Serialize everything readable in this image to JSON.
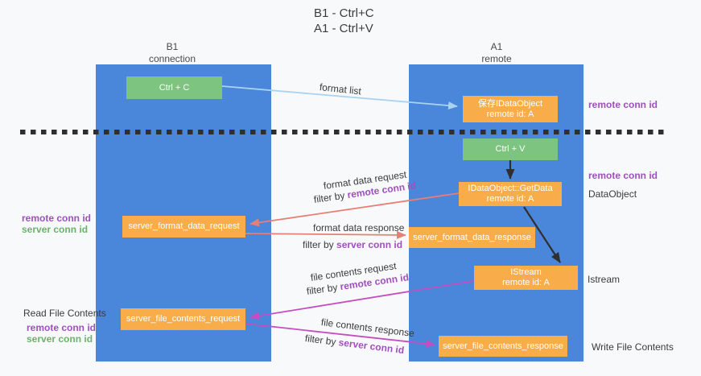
{
  "title": {
    "line1": "B1 - Ctrl+C",
    "line2": "A1 - Ctrl+V"
  },
  "lanes": {
    "b1": {
      "name": "B1",
      "role": "connection"
    },
    "a1": {
      "name": "A1",
      "role": "remote"
    }
  },
  "nodes": {
    "ctrl_c": {
      "label": "Ctrl + C"
    },
    "save_idataobject": {
      "line1": "保存IDataObject",
      "line2": "remote id: A"
    },
    "ctrl_v": {
      "label": "Ctrl + V"
    },
    "getdata": {
      "line1": "IDataObject::GetData",
      "line2": "remote id: A"
    },
    "format_request": {
      "label": "server_format_data_request"
    },
    "format_response": {
      "label": "server_format_data_response"
    },
    "istream": {
      "line1": "IStream",
      "line2": "remote id: A"
    },
    "file_request": {
      "label": "server_file_contents_request"
    },
    "file_response": {
      "label": "server_file_contents_response"
    }
  },
  "flow_labels": {
    "format_list": "format list",
    "format_data_request": "format data request",
    "filter_by_remote_1": {
      "prefix": "filter by ",
      "highlight": "remote conn id"
    },
    "format_data_response": "format data response",
    "filter_by_server_1": {
      "prefix": "filter by ",
      "highlight": "server conn id"
    },
    "file_contents_request": "file contents request",
    "filter_by_remote_2": {
      "prefix": "filter by ",
      "highlight": "remote conn id"
    },
    "file_contents_response": "file contents response",
    "filter_by_server_2": {
      "prefix": "filter by ",
      "highlight": "server conn id"
    }
  },
  "side_labels": {
    "right_remote_conn_top": "remote conn id",
    "right_remote_conn_mid": "remote conn id",
    "data_object": "DataObject",
    "istream": "Istream",
    "write_file_contents": "Write File Contents",
    "left_remote_conn_top": "remote conn id",
    "left_server_conn_top": "server conn id",
    "read_file_contents": "Read File Contents",
    "left_remote_conn_bottom": "remote conn id",
    "left_server_conn_bottom": "server conn id"
  },
  "colors": {
    "background": "#f8f9fa",
    "lane_blue": "#4a86d9",
    "node_green": "#7cc47f",
    "node_orange": "#f9ad4a",
    "arrow_light_blue": "#a9d4f1",
    "arrow_red": "#e87f76",
    "arrow_magenta": "#c44ec0",
    "arrow_black": "#2f2f2f",
    "text_purple": "#a04fc0",
    "text_green": "#6ab36b",
    "dashed_separator": "#2f2f2f"
  }
}
